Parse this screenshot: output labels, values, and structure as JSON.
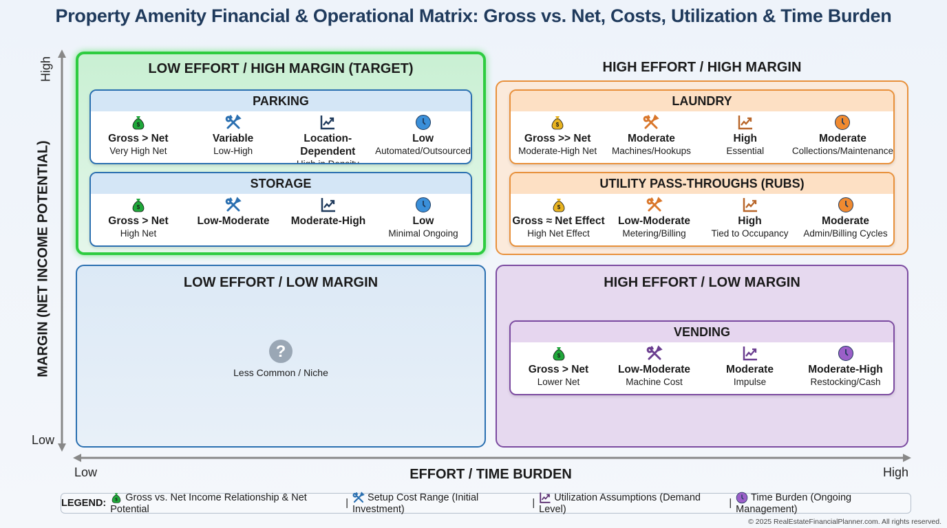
{
  "title": "Property Amenity Financial & Operational Matrix: Gross vs. Net, Costs, Utilization & Time Burden",
  "axes": {
    "y_label": "MARGIN (NET INCOME POTENTIAL)",
    "y_high": "High",
    "y_low": "Low",
    "x_label": "EFFORT / TIME BURDEN",
    "x_low": "Low",
    "x_high": "High"
  },
  "quadrants": {
    "top_left": "LOW EFFORT / HIGH MARGIN (TARGET)",
    "top_right": "HIGH EFFORT / HIGH MARGIN",
    "bottom_left": "LOW EFFORT / LOW MARGIN",
    "bottom_right": "HIGH EFFORT / LOW MARGIN",
    "bottom_left_note": "Less Common / Niche"
  },
  "cards": [
    {
      "name": "PARKING",
      "theme": "blue",
      "colors": [
        "#1fa83a",
        "#2a6fb0",
        "#1f3a5c",
        "#3a8fd9"
      ],
      "cols": [
        {
          "main": "Gross > Net",
          "sub": "Very High Net"
        },
        {
          "main": "Variable",
          "sub": "Low-High"
        },
        {
          "main": "Location-Dependent",
          "sub": "High in Density"
        },
        {
          "main": "Low",
          "sub": "Automated/Outsourced"
        }
      ]
    },
    {
      "name": "STORAGE",
      "theme": "blue",
      "colors": [
        "#1fa83a",
        "#2a6fb0",
        "#1f3a5c",
        "#3a8fd9"
      ],
      "cols": [
        {
          "main": "Gross > Net",
          "sub": "High Net"
        },
        {
          "main": "Low-Moderate",
          "sub": ""
        },
        {
          "main": "Moderate-High",
          "sub": ""
        },
        {
          "main": "Low",
          "sub": "Minimal Ongoing"
        }
      ]
    },
    {
      "name": "LAUNDRY",
      "theme": "orange",
      "colors": [
        "#e8b320",
        "#d9762a",
        "#b8662a",
        "#f08a30"
      ],
      "cols": [
        {
          "main": "Gross >> Net",
          "sub": "Moderate-High Net"
        },
        {
          "main": "Moderate",
          "sub": "Machines/Hookups"
        },
        {
          "main": "High",
          "sub": "Essential"
        },
        {
          "main": "Moderate",
          "sub": "Collections/Maintenance"
        }
      ]
    },
    {
      "name": "UTILITY PASS-THROUGHS (RUBS)",
      "theme": "orange",
      "colors": [
        "#e8b320",
        "#d9762a",
        "#b8662a",
        "#f08a30"
      ],
      "cols": [
        {
          "main": "Gross ≈ Net Effect",
          "sub": "High Net Effect"
        },
        {
          "main": "Low-Moderate",
          "sub": "Metering/Billing"
        },
        {
          "main": "High",
          "sub": "Tied to Occupancy"
        },
        {
          "main": "Moderate",
          "sub": "Admin/Billing Cycles"
        }
      ]
    },
    {
      "name": "VENDING",
      "theme": "purple",
      "colors": [
        "#1fa83a",
        "#6a3d8f",
        "#6a3d8f",
        "#9b5fc8"
      ],
      "cols": [
        {
          "main": "Gross > Net",
          "sub": "Lower Net"
        },
        {
          "main": "Low-Moderate",
          "sub": "Machine Cost"
        },
        {
          "main": "Moderate",
          "sub": "Impulse"
        },
        {
          "main": "Moderate-High",
          "sub": "Restocking/Cash"
        }
      ]
    }
  ],
  "legend": {
    "label": "LEGEND:",
    "items": [
      "Gross vs. Net Income Relationship & Net Potential",
      "Setup Cost Range (Initial Investment)",
      "Utilization Assumptions (Demand Level)",
      "Time Burden (Ongoing Management)"
    ],
    "separator": "|"
  },
  "copyright": "© 2025 RealEstateFinancialPlanner.com. All rights reserved."
}
